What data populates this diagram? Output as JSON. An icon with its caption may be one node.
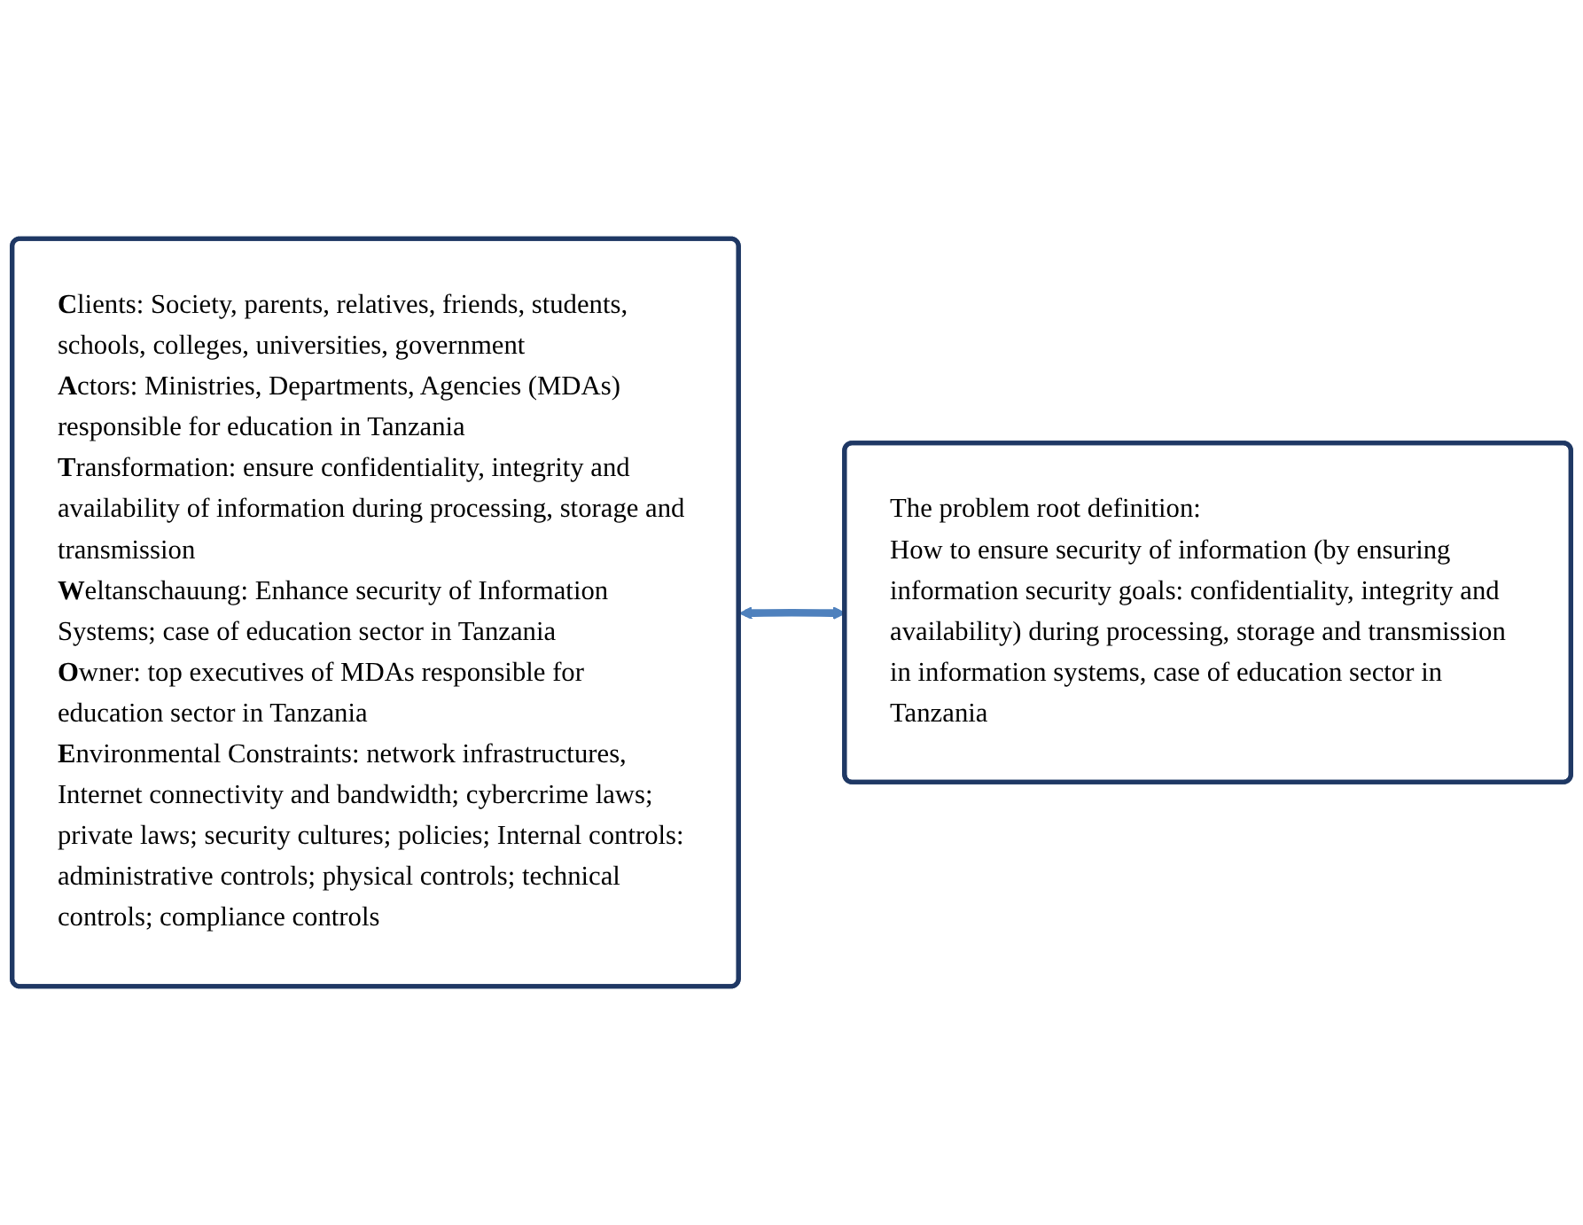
{
  "diagram": {
    "nodes": [
      {
        "text": [
          "**C**lients: Society, parents, relatives, friends, students, schools, colleges, universities, government",
          "**A**ctors: Ministries, Departments, Agencies (MDAs) responsible for education in Tanzania",
          "**T**ransformation: ensure confidentiality, integrity and availability of information during processing, storage and transmission",
          "**W**eltanschauung: Enhance security of Information Systems; case of education sector in Tanzania",
          "**O**wner: top executives of MDAs responsible for education sector in Tanzania",
          "**E**nvironmental Constraints: network infrastructures, Internet connectivity and bandwidth; cybercrime laws; private laws; security cultures; policies; Internal controls: administrative controls; physical controls; technical controls; compliance controls"
        ]
      },
      {
        "text": [
          "The problem root definition:",
          "How to ensure security of information (by ensuring information security goals: confidentiality, integrity and availability) during processing, storage and transmission in information systems, case of education sector in Tanzania"
        ]
      }
    ],
    "edges": [
      {
        "from": 0,
        "to": 1,
        "arrow": "both"
      }
    ]
  }
}
